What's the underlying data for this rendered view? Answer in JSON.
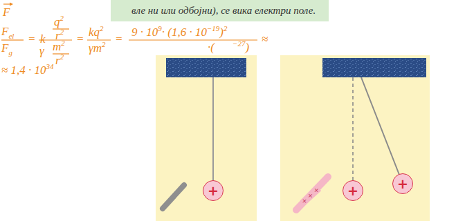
{
  "diagram": {
    "nodes": [
      {
        "text": [
          "вле ни или одбојни), се вика електри поле."
        ]
      },
      {
        "text": [
          "+"
        ]
      },
      {
        "text": [
          "+"
        ]
      },
      {
        "text": [
          "+"
        ]
      }
    ],
    "labels": [
      "F",
      "F",
      "el",
      "F",
      "g",
      "=",
      "k",
      "q",
      "2",
      "r",
      "2",
      "γ",
      "m",
      "2",
      "r",
      "2",
      "=",
      "kq",
      "2",
      "γm",
      "2",
      "=",
      "9 · 10",
      "9",
      "· (1,6 · 10",
      "−19",
      ")",
      "2",
      "·(",
      "−27",
      ")",
      "≈",
      "≈ 1,4 · 10",
      "34",
      "+ + +"
    ]
  }
}
